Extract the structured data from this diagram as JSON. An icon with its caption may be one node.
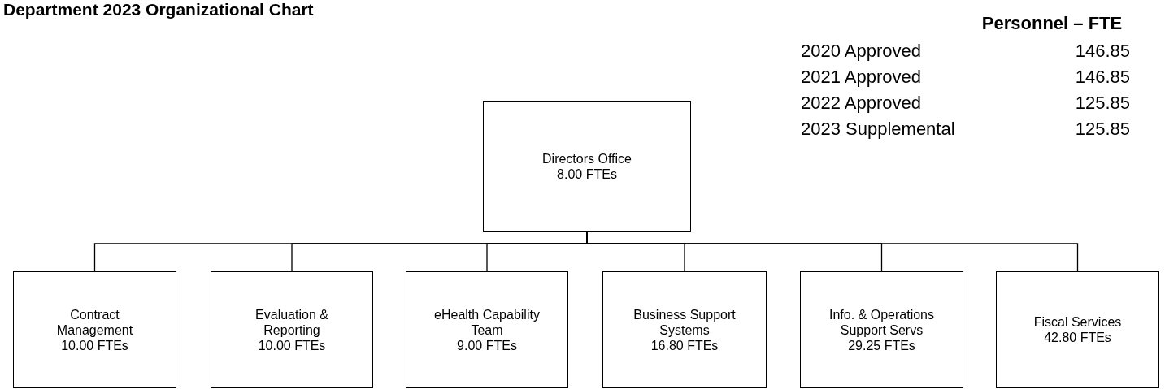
{
  "diagram": {
    "title": "Department 2023 Organizational Chart",
    "nodes": [
      {
        "text": [
          "Directors Office",
          "8.00 FTEs"
        ]
      },
      {
        "text": [
          "Contract Management",
          "10.00 FTEs"
        ]
      },
      {
        "text": [
          "Evaluation & Reporting",
          "10.00 FTEs"
        ]
      },
      {
        "text": [
          "eHealth Capability Team",
          "9.00 FTEs"
        ]
      },
      {
        "text": [
          "Business Support Systems",
          "16.80 FTEs"
        ]
      },
      {
        "text": [
          "Info. & Operations Support Servs",
          "29.25 FTEs"
        ]
      },
      {
        "text": [
          "Fiscal Services",
          "42.80 FTEs"
        ]
      }
    ],
    "edges": [
      {
        "from": 0,
        "to": 1,
        "arrow": "none"
      },
      {
        "from": 0,
        "to": 2,
        "arrow": "none"
      },
      {
        "from": 0,
        "to": 3,
        "arrow": "none"
      },
      {
        "from": 0,
        "to": 4,
        "arrow": "none"
      },
      {
        "from": 0,
        "to": 5,
        "arrow": "none"
      },
      {
        "from": 0,
        "to": 6,
        "arrow": "none"
      }
    ],
    "labels": [
      "Personnel – FTE",
      "2020 Approved",
      "146.85",
      "2021 Approved",
      "146.85",
      "2022 Approved",
      "125.85",
      "2023 Supplemental",
      "125.85"
    ]
  }
}
